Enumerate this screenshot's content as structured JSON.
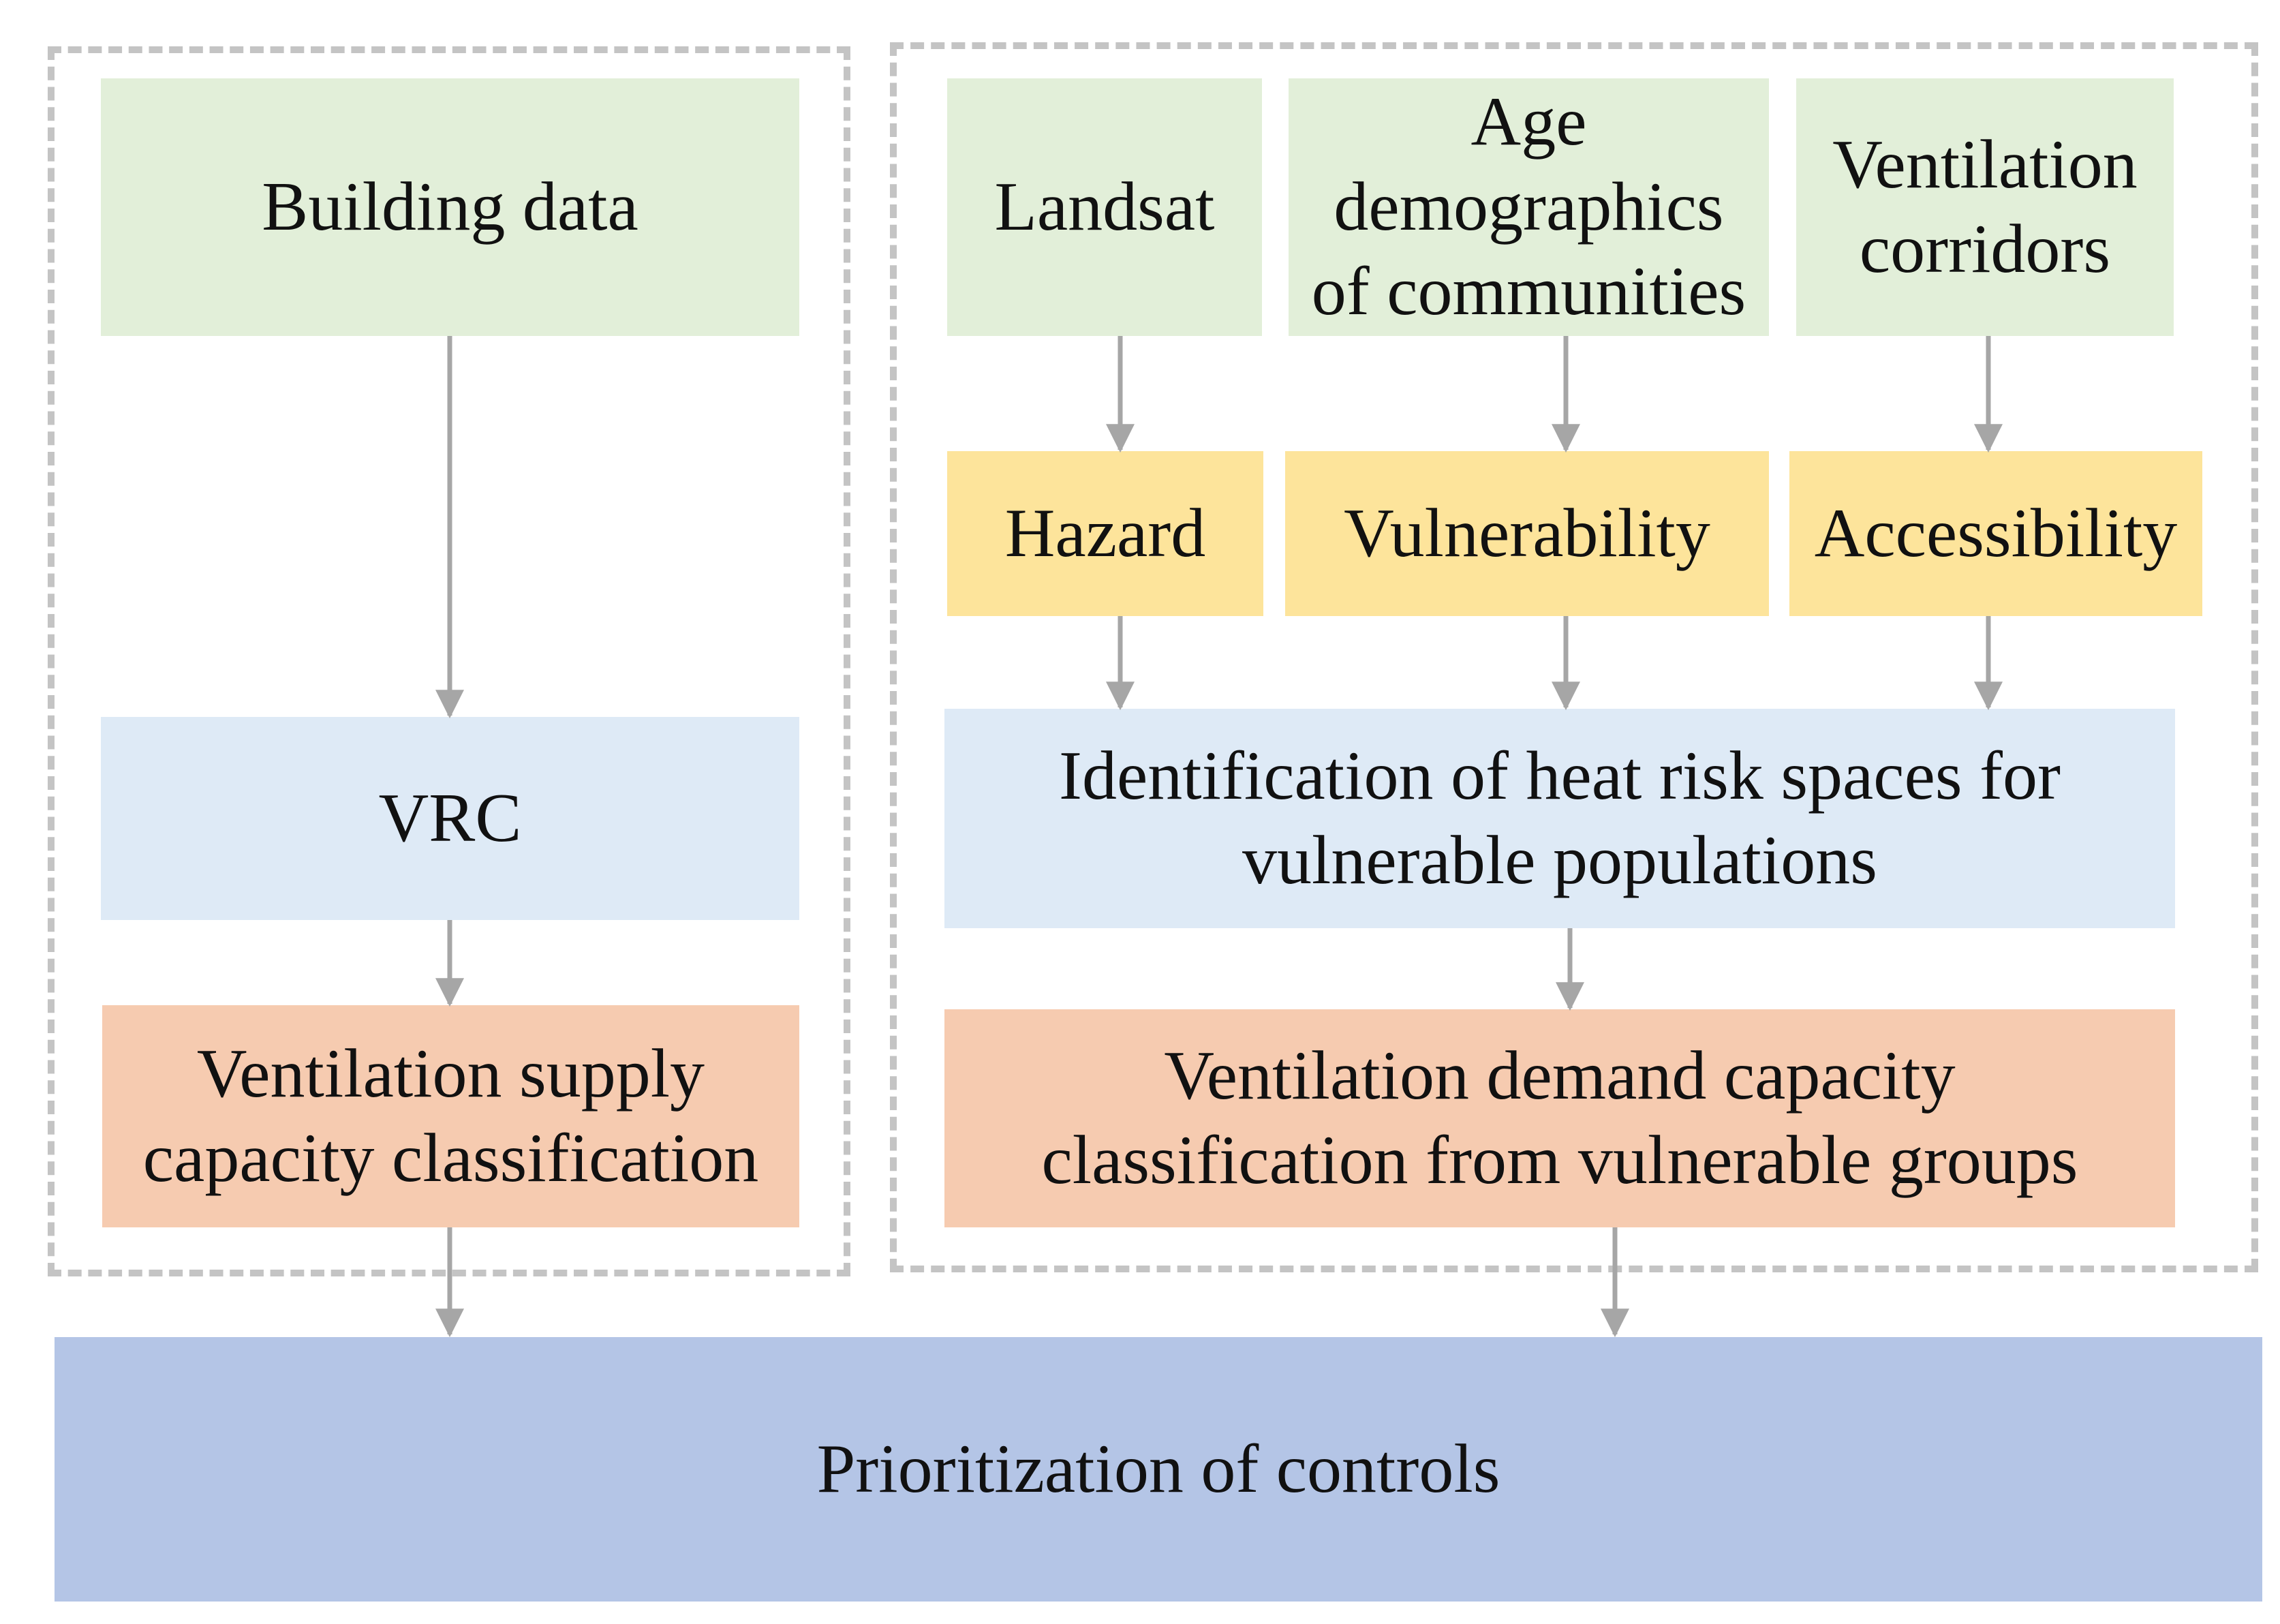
{
  "nodes": {
    "building_data": "Building data",
    "vrc": "VRC",
    "supply": [
      "Ventilation supply",
      "capacity classification"
    ],
    "landsat": "Landsat",
    "age": [
      "Age",
      "demographics",
      "of communities"
    ],
    "corridors": [
      "Ventilation",
      "corridors"
    ],
    "hazard": "Hazard",
    "vulnerability": "Vulnerability",
    "accessibility": "Accessibility",
    "identification": [
      "Identification of heat risk spaces for",
      "vulnerable populations"
    ],
    "demand": [
      "Ventilation demand capacity",
      "classification from vulnerable groups"
    ],
    "prioritization": "Prioritization of controls"
  },
  "colors": {
    "input": "#e2efd9",
    "factor": "#fde49b",
    "analysis": "#deeaf6",
    "classification": "#f6cbb0",
    "output": "#b4c5e6",
    "arrow": "#a6a6a6",
    "dashed_border": "#c4c4c4"
  }
}
